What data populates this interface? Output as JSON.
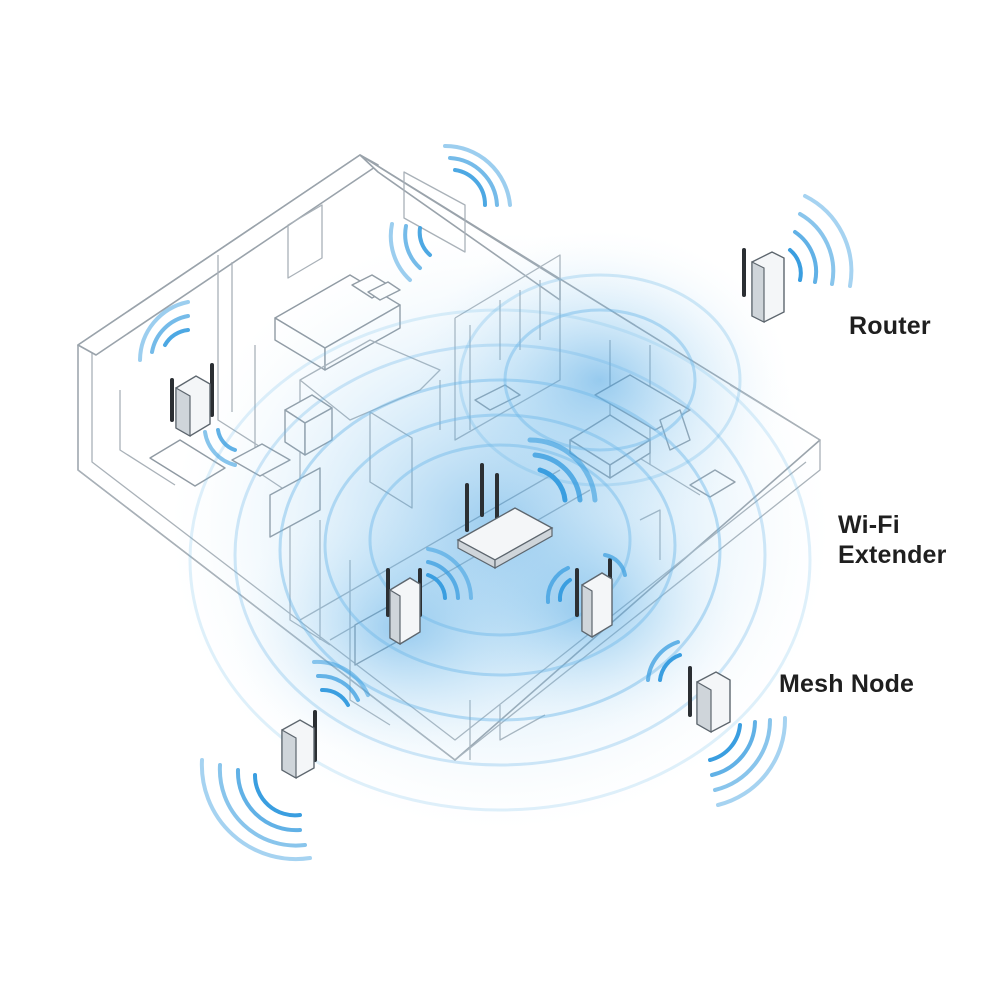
{
  "legend": {
    "router": "Router",
    "extender_line1": "Wi-Fi",
    "extender_line2": "Extender",
    "mesh_node": "Mesh Node"
  },
  "colors": {
    "signal": "#3a9ee0",
    "signal_light": "#bfe0f5",
    "wall_line": "#9aa3ab",
    "label_text": "#1f1f1f"
  },
  "devices": [
    {
      "name": "router",
      "icon": "router-icon"
    },
    {
      "name": "extender-left",
      "icon": "wifi-extender-icon"
    },
    {
      "name": "extender-right",
      "icon": "wifi-extender-icon"
    },
    {
      "name": "mesh-node-top-left",
      "icon": "mesh-node-icon"
    },
    {
      "name": "mesh-node-bottom-left",
      "icon": "mesh-node-icon"
    },
    {
      "name": "mesh-node-right",
      "icon": "mesh-node-icon"
    },
    {
      "name": "legend-router",
      "icon": "router-icon"
    }
  ]
}
